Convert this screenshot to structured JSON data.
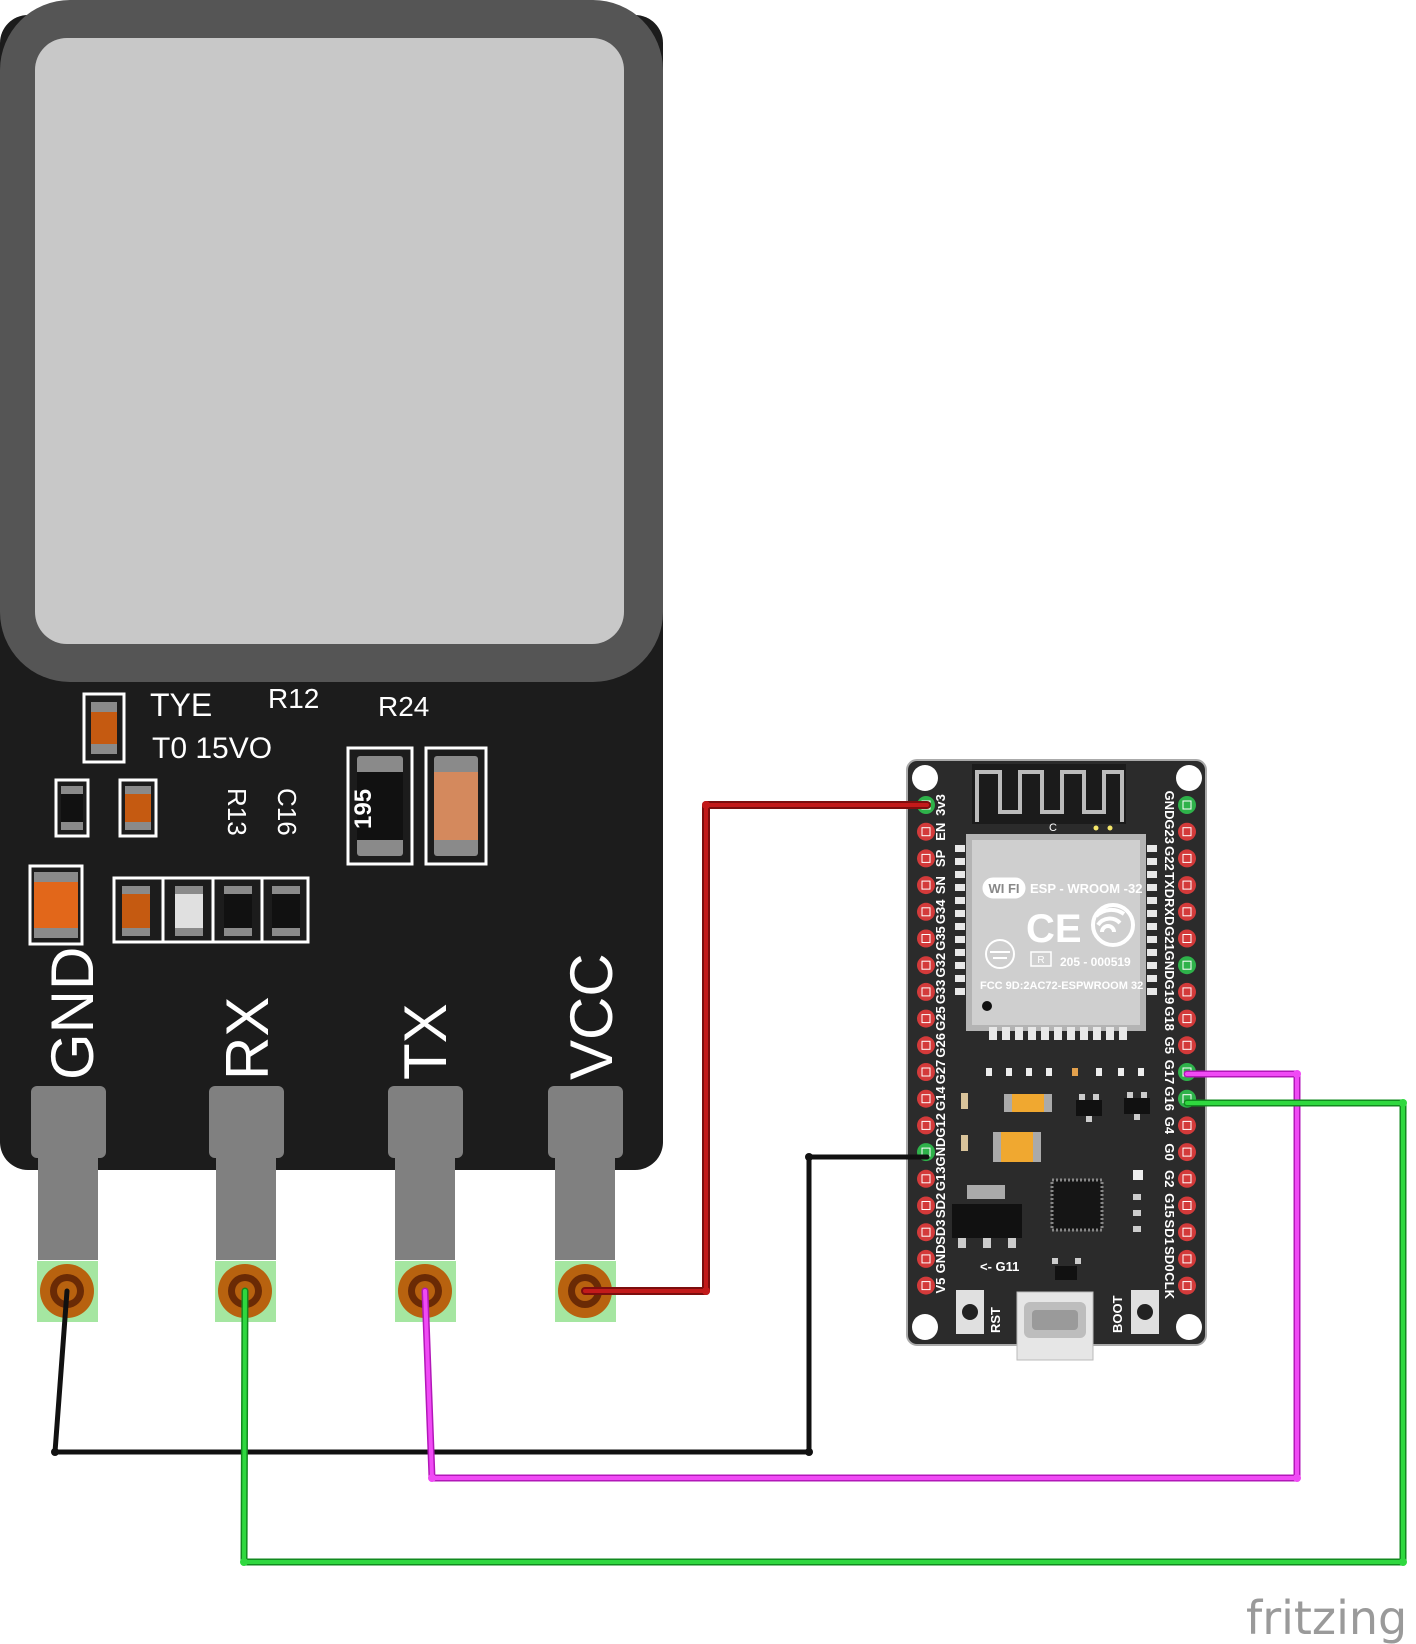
{
  "sensor": {
    "silkscreen": {
      "line1": "TYE",
      "line2": "T0 15VO",
      "r12": "R12",
      "r24": "R24",
      "r13": "R13",
      "c16": "C16",
      "chip_code": "195"
    },
    "pins": [
      "GND",
      "RX",
      "TX",
      "VCC"
    ]
  },
  "esp32": {
    "module": {
      "brand": "WI FI",
      "name": "ESP - WROOM -32",
      "reg": "205 - 000519",
      "fcc": "FCC 9D:2AC72-ESPWROOM 32",
      "r_mark": "R",
      "antenna_mark": "C"
    },
    "left_pins": [
      "3v3",
      "EN",
      "SP",
      "SN",
      "G34",
      "G35",
      "G32",
      "G33",
      "G25",
      "G26",
      "G27",
      "G14",
      "G12",
      "GND",
      "G13",
      "SD2",
      "SD3",
      "GND",
      "V5"
    ],
    "right_pins": [
      "GND",
      "G23",
      "G22",
      "TXD",
      "RXD",
      "G21",
      "GND",
      "G19",
      "G18",
      "G5",
      "G17",
      "G16",
      "G4",
      "G0",
      "G2",
      "G15",
      "SD1",
      "SD0",
      "CLK"
    ],
    "labels": {
      "rst": "RST",
      "boot": "BOOT",
      "g11": "<- G11"
    }
  },
  "wires": [
    {
      "from": "sensor.VCC",
      "to": "esp32.3v3",
      "color": "#c21a1a"
    },
    {
      "from": "sensor.GND",
      "to": "esp32.GND",
      "color": "#111111"
    },
    {
      "from": "sensor.TX",
      "to": "esp32.G17",
      "color": "#e13be6"
    },
    {
      "from": "sensor.RX",
      "to": "esp32.G16",
      "color": "#22c034"
    }
  ],
  "colors": {
    "board": "#1c1c1c",
    "sensor_window": "#c8c8c8",
    "bezel": "#555555",
    "esp_board": "#2b2b2b",
    "pin_red": "#d33a3a",
    "pin_green": "#2eb24a",
    "module": "#cfcfcf"
  },
  "watermark": "fritzing"
}
